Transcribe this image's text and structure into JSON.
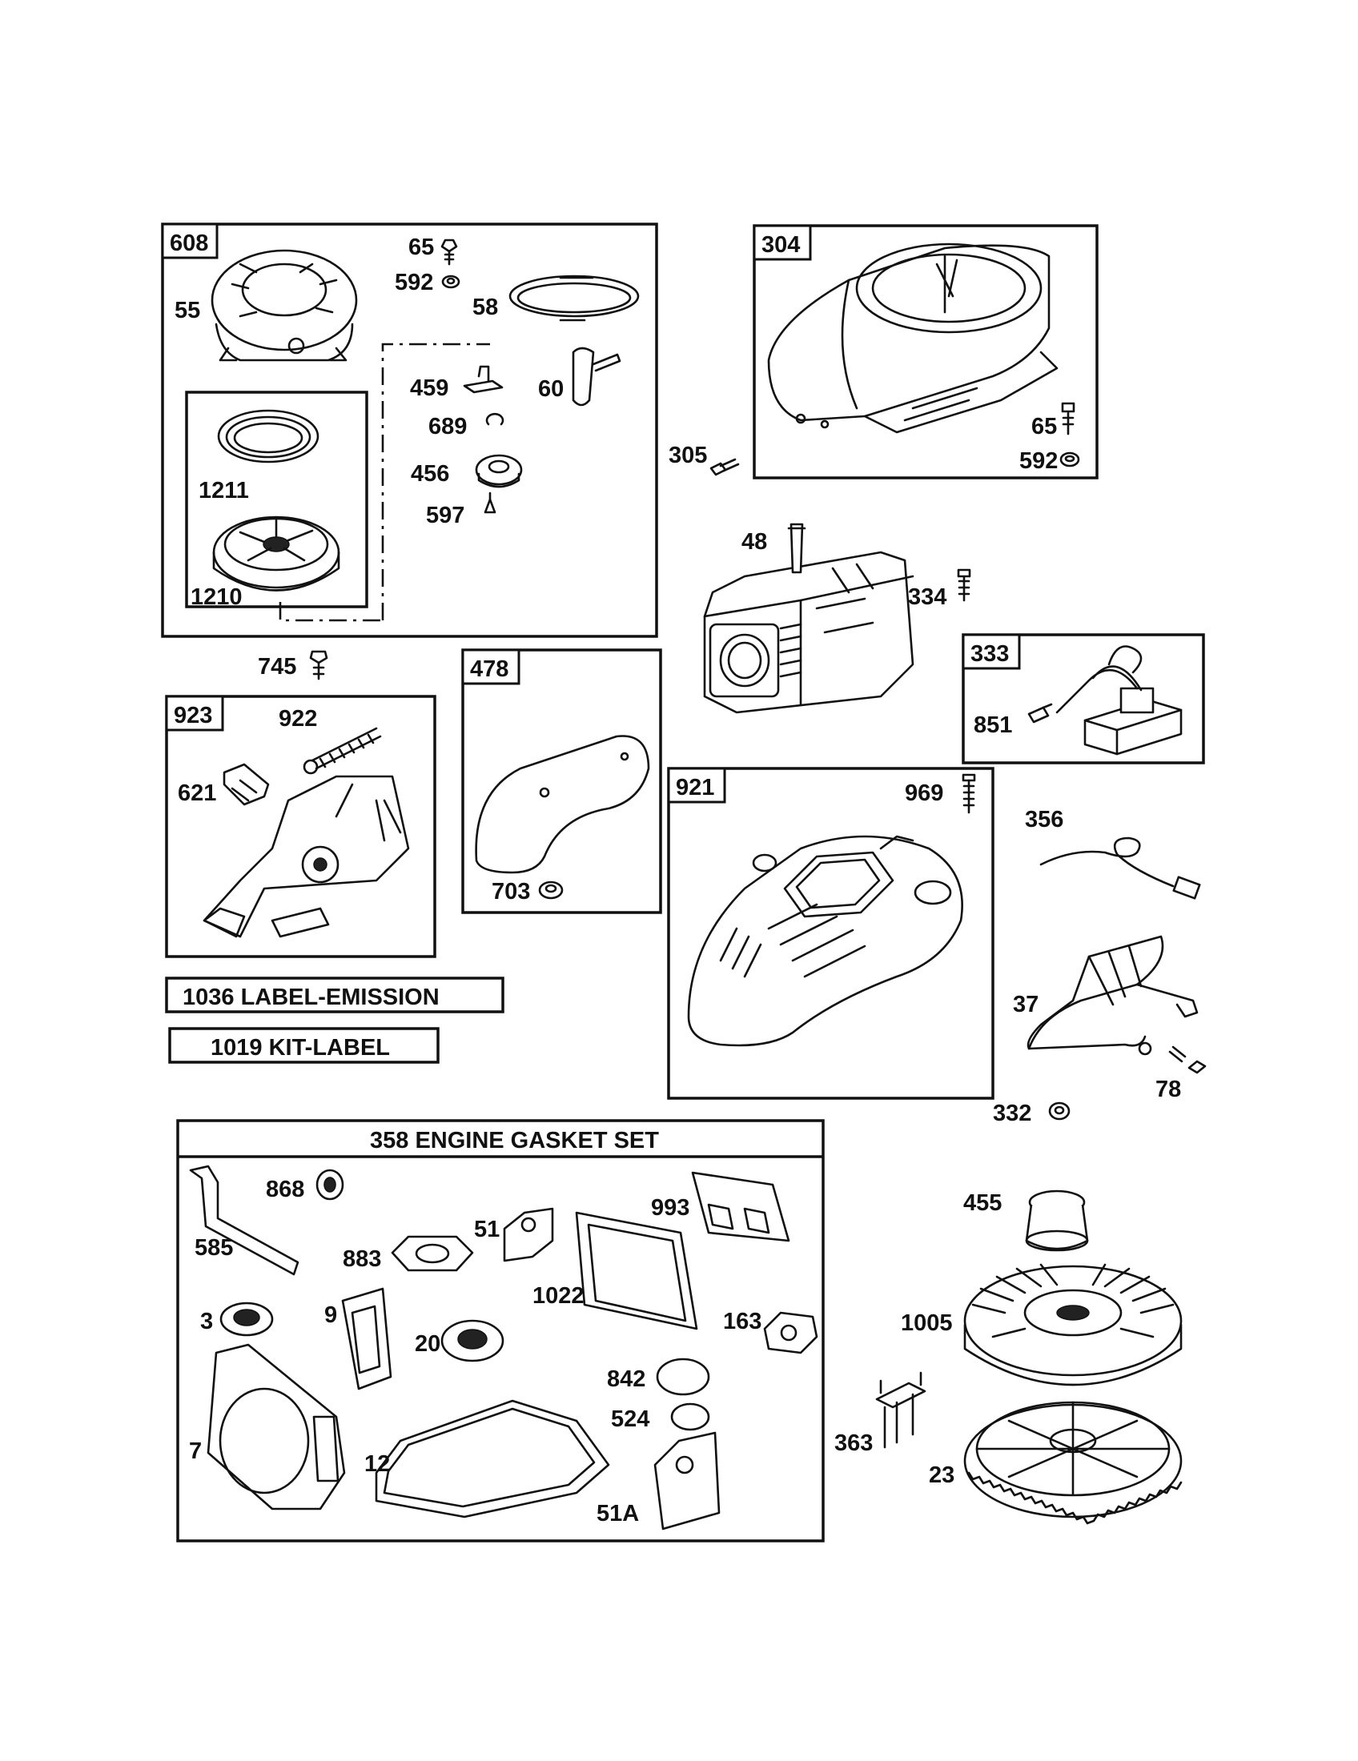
{
  "assemblies": {
    "a608": "608",
    "a304": "304",
    "a923": "923",
    "a478": "478",
    "a333": "333",
    "a921": "921"
  },
  "banners": {
    "emission": "1036 LABEL-EMISSION",
    "kit": "1019 KIT-LABEL",
    "gasket_set": "358 ENGINE GASKET SET"
  },
  "parts": {
    "p65a": "65",
    "p592a": "592",
    "p55": "55",
    "p58": "58",
    "p459": "459",
    "p60": "60",
    "p689": "689",
    "p456": "456",
    "p597": "597",
    "p1211": "1211",
    "p1210": "1210",
    "p65b": "65",
    "p592b": "592",
    "p305": "305",
    "p48": "48",
    "p334": "334",
    "p745": "745",
    "p922": "922",
    "p621": "621",
    "p703": "703",
    "p851": "851",
    "p969": "969",
    "p356": "356",
    "p37": "37",
    "p78": "78",
    "p332": "332",
    "p868": "868",
    "p585": "585",
    "p883": "883",
    "p51": "51",
    "p993": "993",
    "p1022": "1022",
    "p163": "163",
    "p3": "3",
    "p9": "9",
    "p20": "20",
    "p842": "842",
    "p524": "524",
    "p7": "7",
    "p12": "12",
    "p51a": "51A",
    "p455": "455",
    "p1005": "1005",
    "p363": "363",
    "p23": "23"
  },
  "icons": [
    "rewind-starter-icon",
    "blower-housing-icon",
    "engine-block-icon",
    "ignition-coil-icon",
    "governor-bracket-icon",
    "shroud-cover-icon",
    "flywheel-icon",
    "gasket-icon"
  ]
}
